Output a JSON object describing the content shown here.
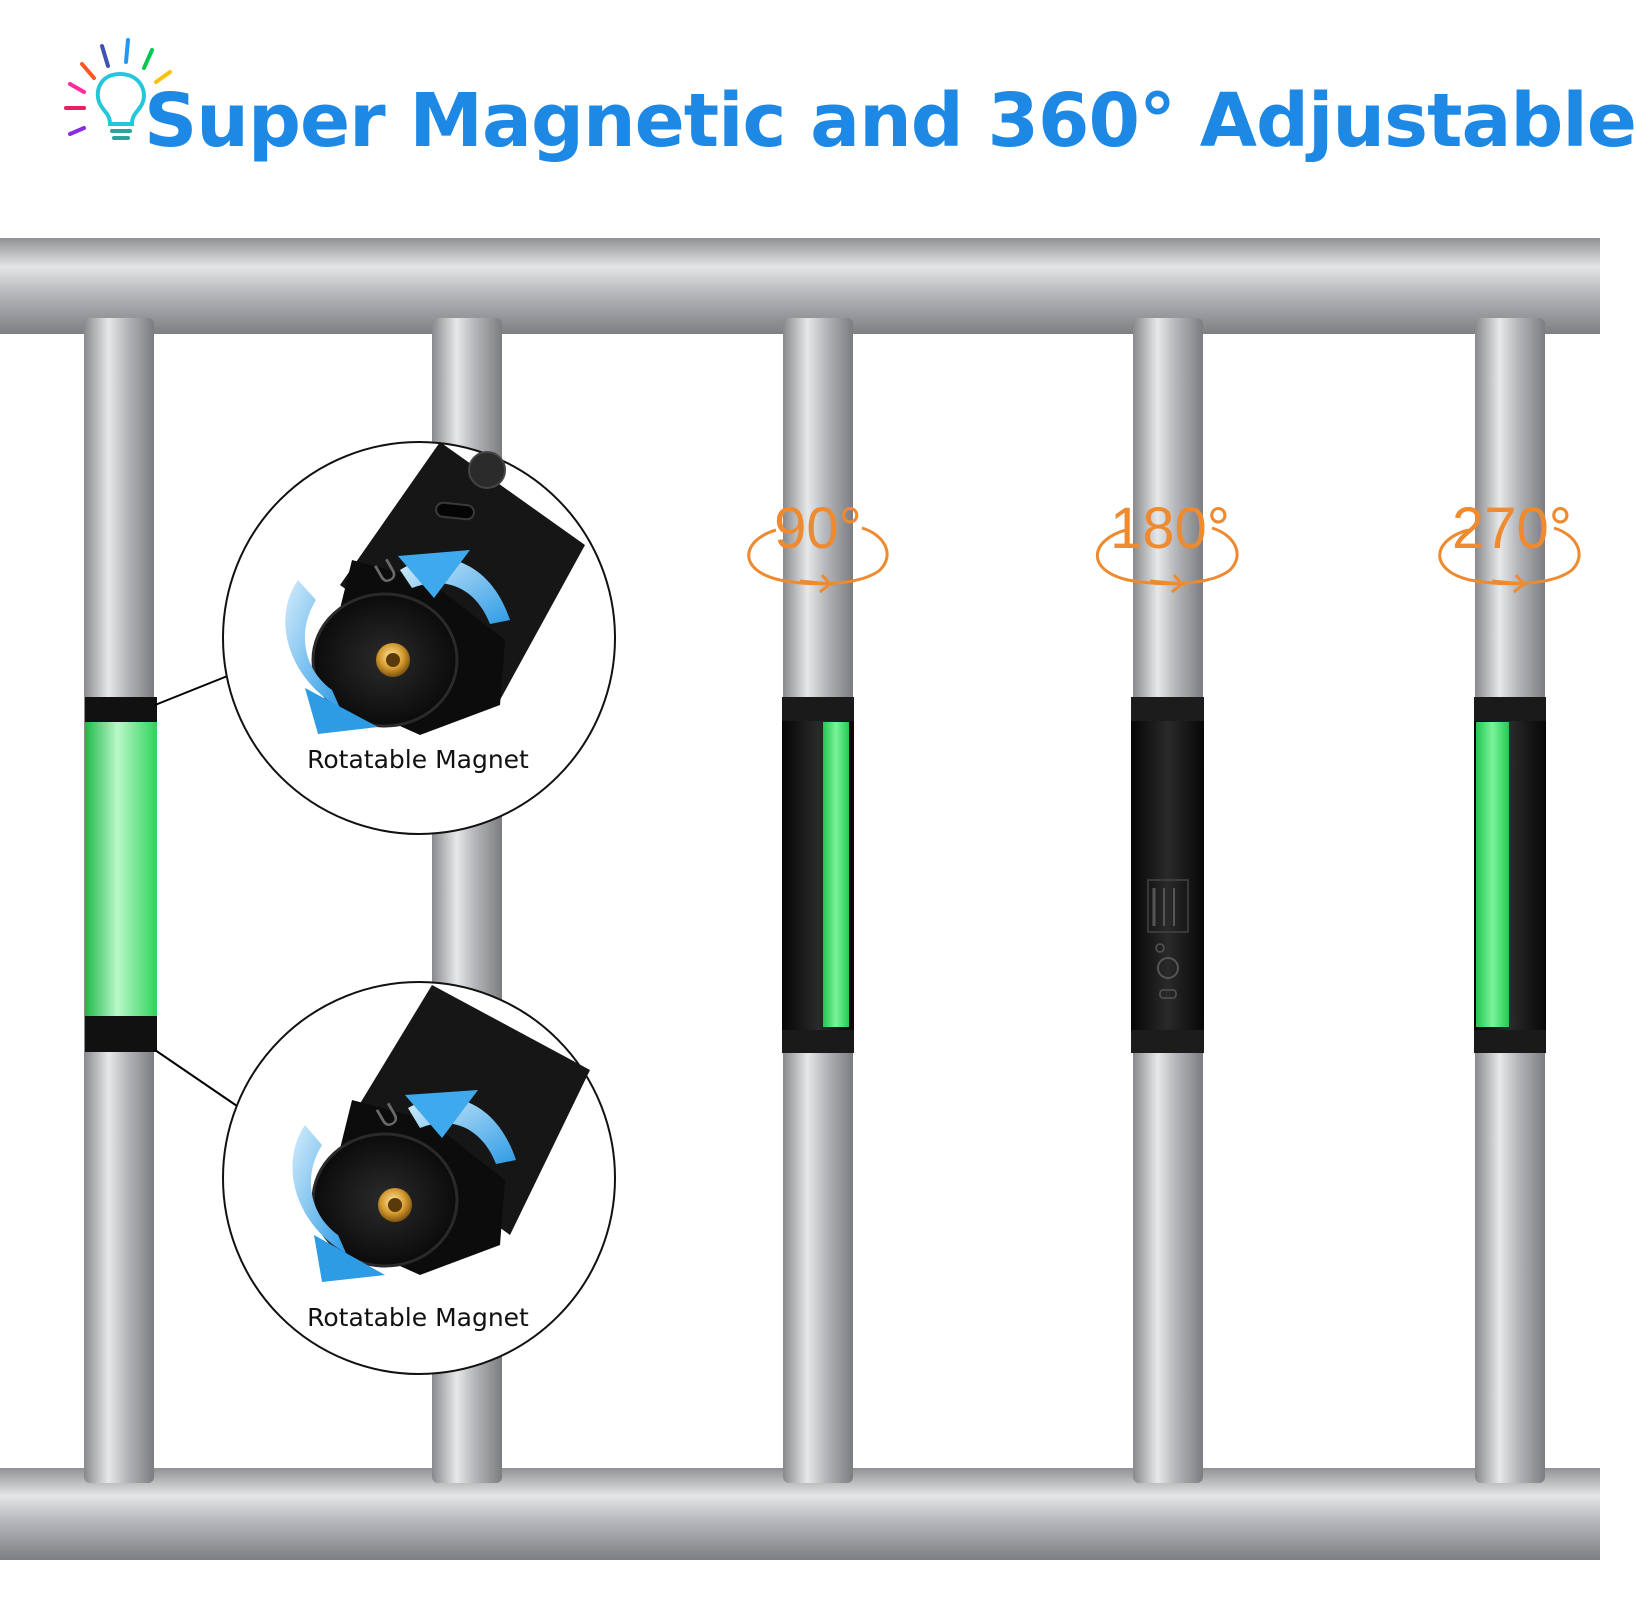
{
  "title": "Super Magnetic and 360° Adjustable",
  "callouts": [
    {
      "label": "Rotatable Magnet"
    },
    {
      "label": "Rotatable Magnet"
    }
  ],
  "angles": [
    {
      "label": "90°"
    },
    {
      "label": "180°"
    },
    {
      "label": "270°"
    }
  ],
  "colors": {
    "title": "#1e88e5",
    "angle": "#ee8a2f",
    "light_green": "#39e66e",
    "rotate_arrow": "#3ea9ec",
    "rail": "#b3b5b8"
  },
  "icons": [
    "rainbow-lightbulb-icon",
    "rotate-arrow-icon",
    "magnet-icon",
    "usb-c-port-icon"
  ]
}
